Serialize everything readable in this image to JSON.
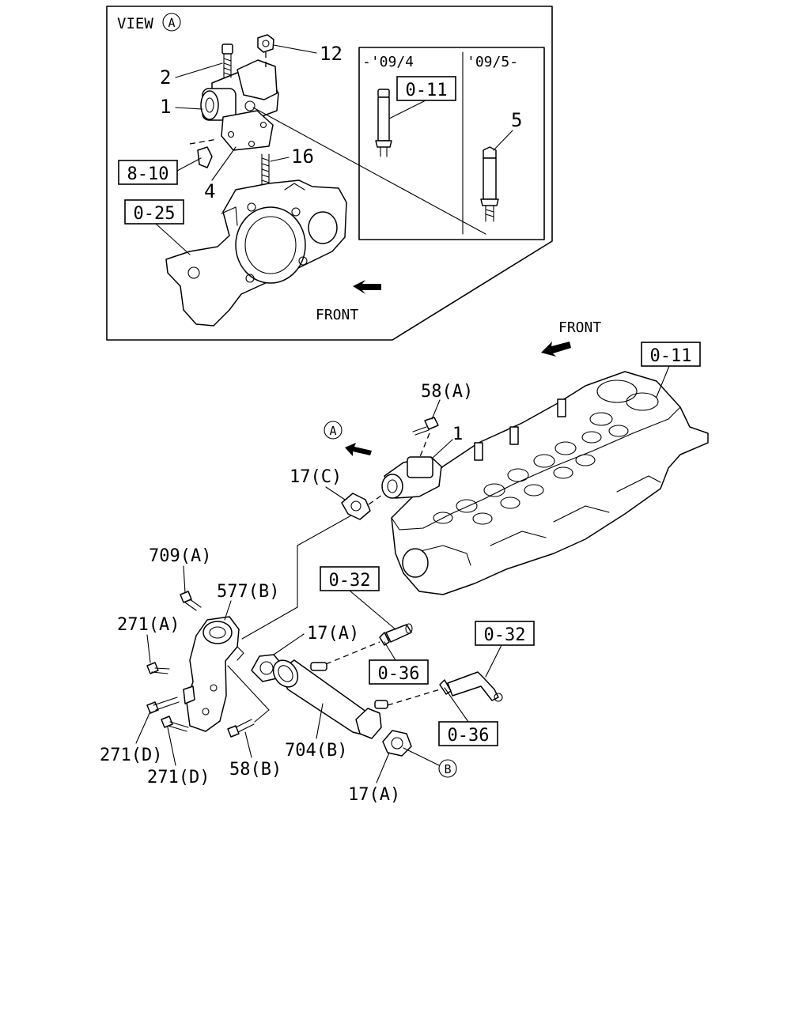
{
  "inset": {
    "title": "VIEW",
    "view_marker": "A",
    "front_label": "FRONT",
    "subpanel": {
      "left_header": "-'09/4",
      "right_header": "'09/5-",
      "ref_box": "0-11",
      "item": "5"
    },
    "items": {
      "i1": "1",
      "i2": "2",
      "i4": "4",
      "i12": "12",
      "i16": "16"
    },
    "ref_boxes": {
      "r810": "8-10",
      "r025": "0-25"
    }
  },
  "main": {
    "front_label": "FRONT",
    "view_marker": "A",
    "b_marker": "B",
    "ref_boxes": {
      "head": "0-11",
      "pipe_a": "0-32",
      "pipe_b": "0-32",
      "clip_a": "0-36",
      "clip_b": "0-36"
    },
    "labels": {
      "l58a": "58(A)",
      "l1": "1",
      "l17c": "17(C)",
      "l709a": "709(A)",
      "l577b": "577(B)",
      "l271a": "271(A)",
      "l17a_top": "17(A)",
      "l271d_1": "271(D)",
      "l271d_2": "271(D)",
      "l58b": "58(B)",
      "l704b": "704(B)",
      "l17a_bottom": "17(A)"
    }
  }
}
